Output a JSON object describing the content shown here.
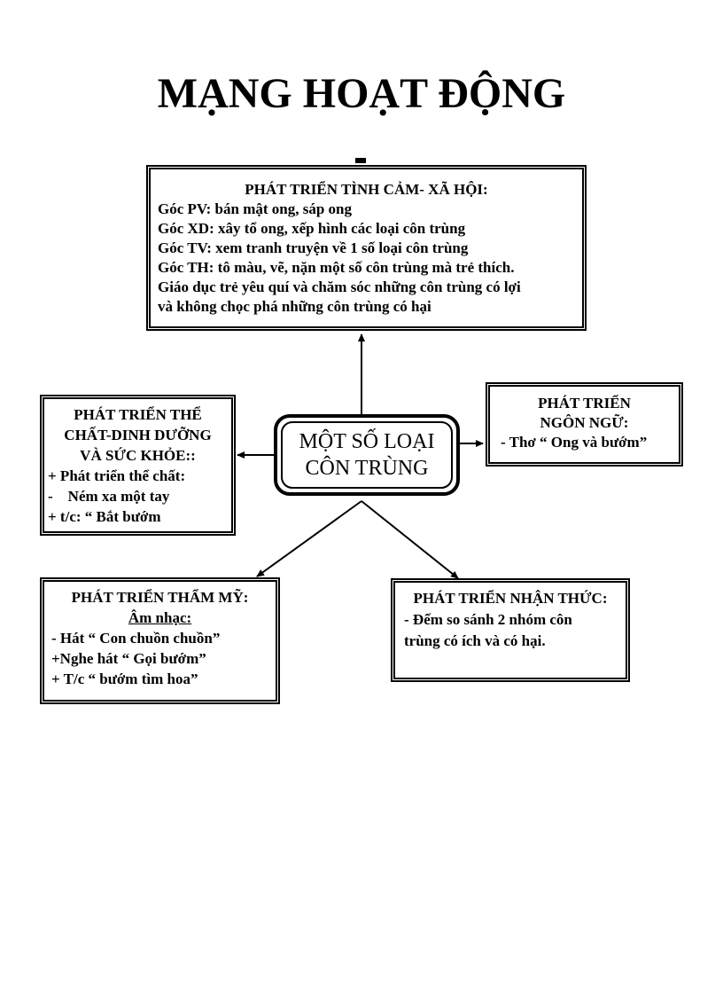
{
  "title": "MẠNG HOẠT ĐỘNG",
  "center": [
    "MỘT SỐ LOẠI",
    "CÔN TRÙNG"
  ],
  "social": {
    "head": "PHÁT TRIỂN TÌNH CẢM- XÃ HỘI:",
    "lines": [
      "Góc PV: bán mật ong, sáp ong",
      "Góc XD: xây tổ ong, xếp hình các loại côn trùng",
      "Góc TV: xem tranh truyện về 1 số loại côn trùng",
      "Góc TH: tô màu, vẽ, nặn một số côn trùng mà trẻ thích.",
      "Giáo dục trẻ yêu quí và chăm sóc những côn trùng có lợi",
      "và không chọc phá những côn trùng có hại"
    ]
  },
  "physical": {
    "head": [
      "PHÁT TRIỂN THỂ",
      "CHẤT-DINH DƯỠNG",
      "VÀ SỨC KHỎE::"
    ],
    "lines": [
      "+ Phát triển thể chất:",
      "-    Ném xa một tay",
      "+ t/c: “ Bắt bướm"
    ]
  },
  "language": {
    "head": [
      "PHÁT TRIỂN",
      "NGÔN NGỮ:"
    ],
    "lines": [
      "- Thơ “ Ong và bướm”"
    ]
  },
  "aesthetic": {
    "head": "PHÁT TRIỂN THẨM MỸ:",
    "subhead": "Âm nhạc:",
    "lines": [
      "- Hát “ Con chuồn chuồn”",
      "+Nghe hát “ Gọi bướm”",
      "+ T/c “ bướm tìm hoa”"
    ]
  },
  "cognitive": {
    "head": "PHÁT TRIỂN NHẬN THỨC:",
    "lines": [
      "- Đếm so sánh 2 nhóm côn",
      "trùng có ích và có hại."
    ]
  }
}
